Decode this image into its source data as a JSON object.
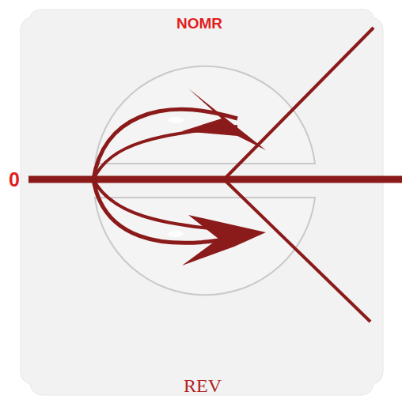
{
  "diagram": {
    "labels": [
      "NOMR",
      "0",
      "REV"
    ]
  }
}
